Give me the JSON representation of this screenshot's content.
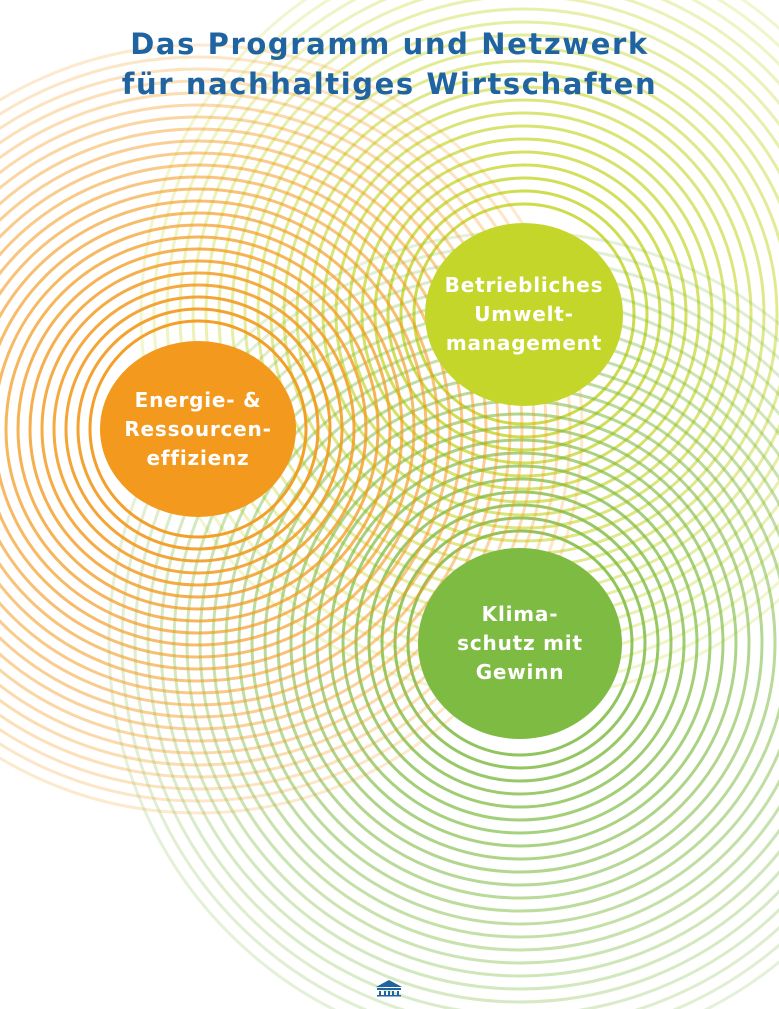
{
  "title": {
    "line1": "Das Programm und Netzwerk",
    "line2": "für nachhaltiges Wirtschaften"
  },
  "nodes": [
    {
      "id": "energie",
      "color": "#f39a1e",
      "lines": [
        "Energie- &",
        "Ressourcen-",
        "effizienz"
      ]
    },
    {
      "id": "umwelt",
      "color": "#c5d62b",
      "lines": [
        "Betriebliches",
        "Umwelt-",
        "management"
      ]
    },
    {
      "id": "klima",
      "color": "#7dbb42",
      "lines": [
        "Klima-",
        "schutz mit",
        "Gewinn"
      ]
    }
  ],
  "colors": {
    "title": "#1f63a0",
    "orange": "#f39a1e",
    "lime": "#c5d62b",
    "green": "#7dbb42"
  },
  "logo": {
    "icon": "institution-icon"
  }
}
